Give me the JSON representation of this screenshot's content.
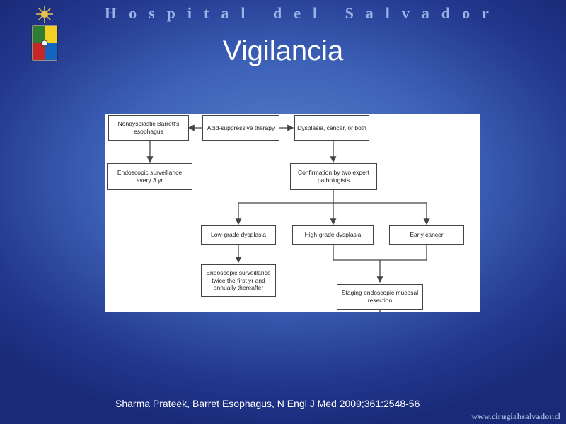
{
  "header": {
    "hospital_name": "Hospital del Salvador"
  },
  "slide": {
    "title": "Vigilancia"
  },
  "flowchart": {
    "nodes": {
      "nondysplastic": "Nondysplastic Barrett's esophagus",
      "acid_suppressive": "Acid-suppressive therapy",
      "dysplasia_cancer": "Dysplasia, cancer, or both",
      "surveillance_3yr": "Endoscopic surveillance every 3 yr",
      "confirmation": "Confirmation by two expert pathologists",
      "low_grade": "Low-grade dysplasia",
      "high_grade": "High-grade dysplasia",
      "early_cancer": "Early cancer",
      "surveillance_twice": "Endoscopic surveillance twice the first yr and annually thereafter",
      "staging": "Staging endoscopic mucosal resection"
    }
  },
  "footer": {
    "citation": "Sharma Prateek, Barret Esophagus, N Engl J Med 2009;361:2548-56",
    "website": "www.cirugiahsalvador.cl"
  },
  "colors": {
    "background": "#3d62b8",
    "header_text": "#9db3e6",
    "title_text": "#ffffff",
    "box_border": "#444444"
  }
}
